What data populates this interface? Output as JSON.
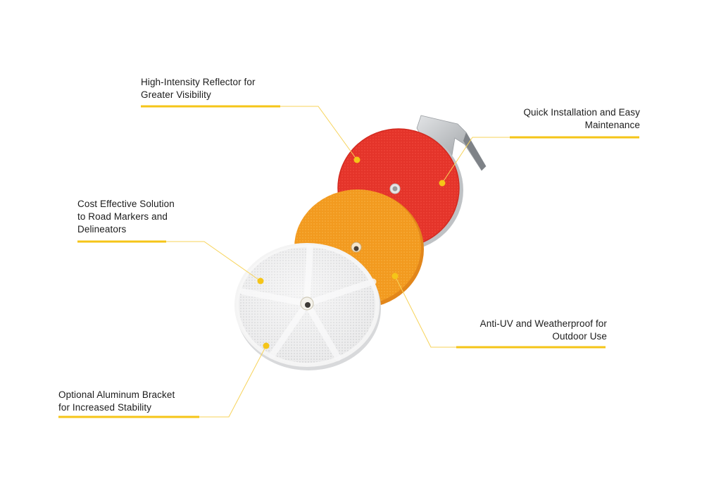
{
  "diagram": {
    "type": "product-feature-callout",
    "subject": "Round reflectors (red, amber, white) with aluminum bracket",
    "colors": {
      "accent": "#F5C518",
      "leader_thin": "#F7D35A",
      "red_reflector": "#E8352A",
      "amber_reflector": "#F39A1E",
      "white_reflector": "#EDEDED",
      "bracket": "#C9CCCF",
      "text": "#1C1C1C",
      "background": "#FFFFFF"
    },
    "features": [
      {
        "id": "high-intensity",
        "label": "High-Intensity Reflector for\nGreater Visibility",
        "align": "left",
        "target": "red-reflector"
      },
      {
        "id": "quick-installation",
        "label": "Quick Installation and Easy\nMaintenance",
        "align": "right",
        "target": "red-reflector"
      },
      {
        "id": "cost-effective",
        "label": "Cost Effective Solution\nto Road Markers and\nDelineators",
        "align": "left",
        "target": "white-reflector"
      },
      {
        "id": "anti-uv",
        "label": "Anti-UV and Weatherproof for\nOutdoor Use",
        "align": "right",
        "target": "amber-reflector"
      },
      {
        "id": "aluminum-bracket",
        "label": "Optional Aluminum Bracket\nfor Increased Stability",
        "align": "left",
        "target": "white-reflector"
      }
    ]
  }
}
